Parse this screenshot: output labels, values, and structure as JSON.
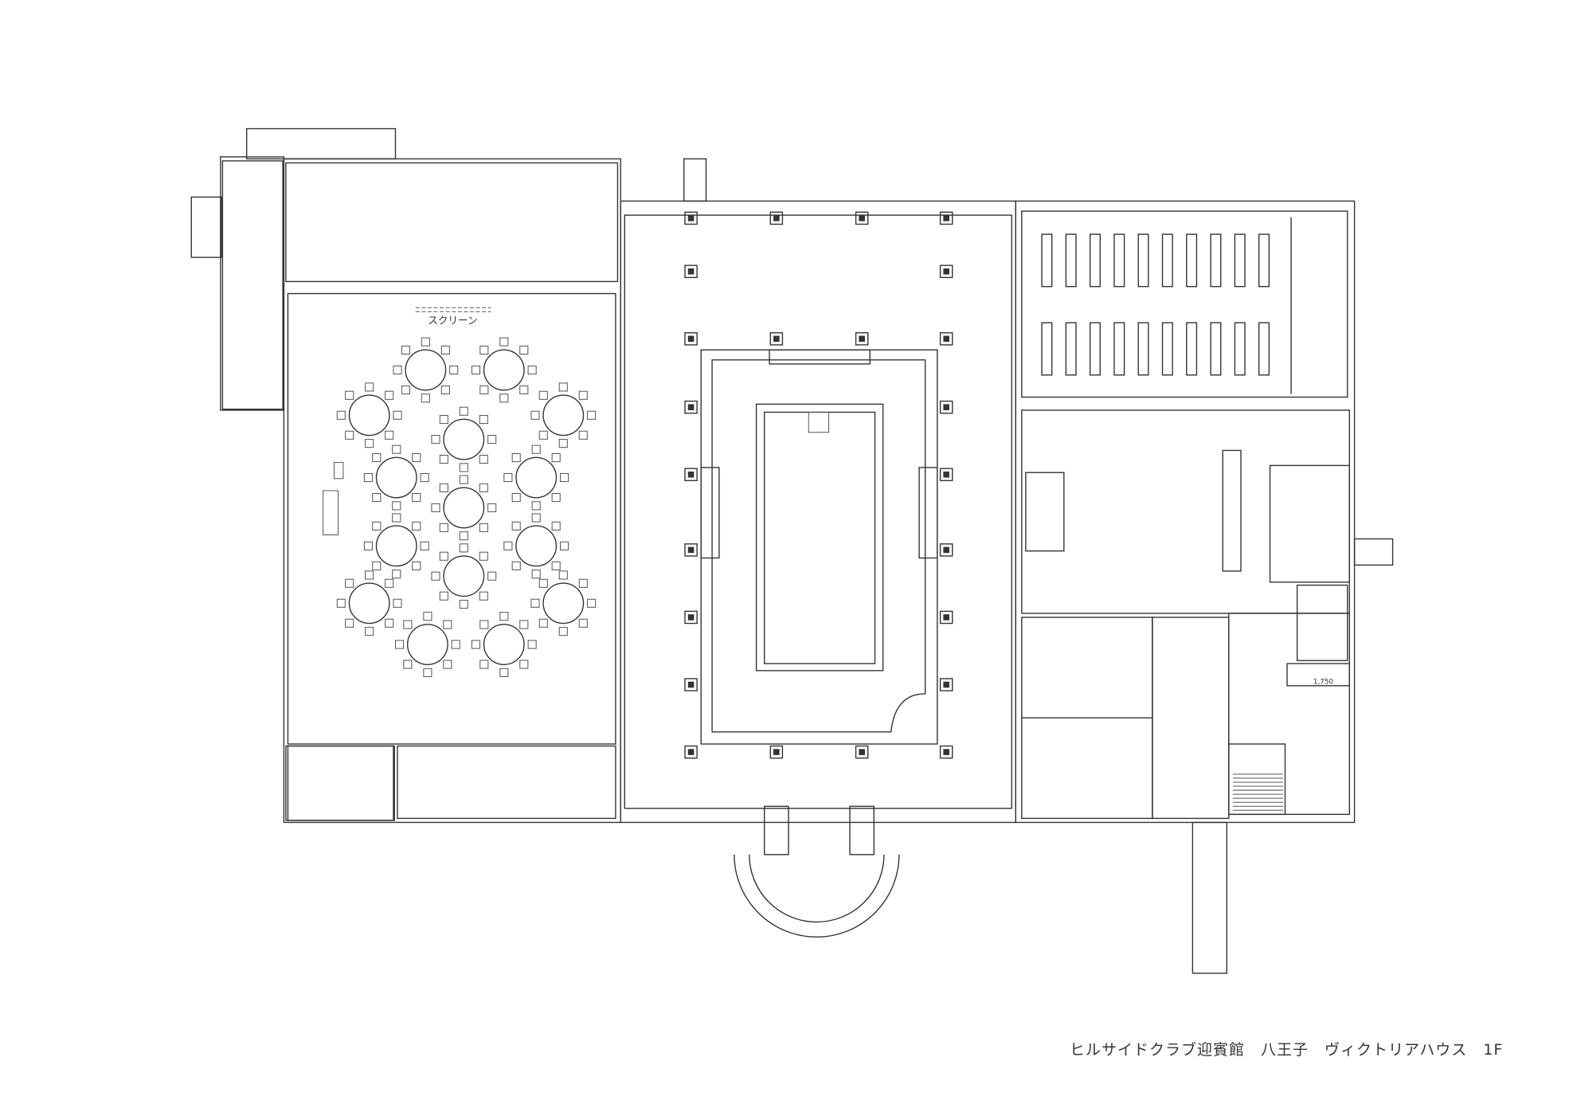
{
  "drawing": {
    "title": "ヒルサイドクラブ迎賓館　八王子　ヴィクトリアハウス　1F",
    "labels": {
      "screen": "スクリーン",
      "dimension": "1,750"
    },
    "hatch_color": "#c0392b",
    "line_color": "#333333"
  }
}
